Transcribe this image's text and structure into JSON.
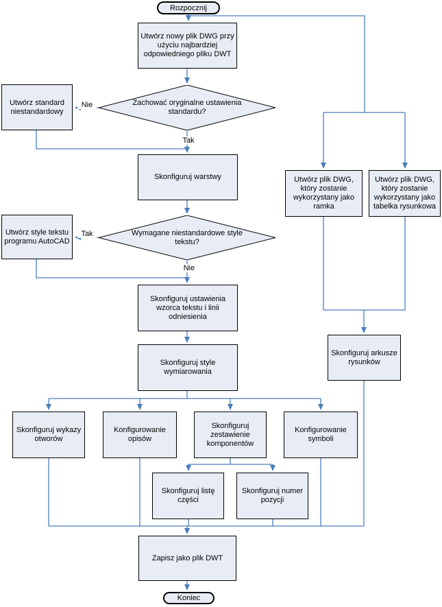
{
  "diagram": {
    "type": "flowchart",
    "language": "pl",
    "colors": {
      "node_fill": "#e8edf5",
      "node_border": "#000000",
      "connector": "#4a7ebb",
      "text": "#000000"
    },
    "edge_labels": {
      "yes": "Tak",
      "no": "Nie"
    },
    "nodes": {
      "start": {
        "shape": "terminal",
        "label": "Rozpocznij"
      },
      "create_dwg": {
        "shape": "process",
        "label": "Utwórz nowy plik DWG przy użyciu najbardziej odpowiedniego pliku DWT"
      },
      "keep_standard": {
        "shape": "decision",
        "label": "Zachować oryginalne ustawienia standardu?"
      },
      "custom_standard": {
        "shape": "process",
        "label": "Utwórz standard niestandardowy"
      },
      "configure_layers": {
        "shape": "process",
        "label": "Skonfiguruj warstwy"
      },
      "dwg_frame": {
        "shape": "process",
        "label": "Utwórz plik DWG, który zostanie wykorzystany jako ramka"
      },
      "dwg_title_block": {
        "shape": "process",
        "label": "Utwórz plik DWG, który zostanie wykorzystany jako tabelka rysunkowa"
      },
      "autocad_text_styles": {
        "shape": "process",
        "label": "Utwórz style tekstu programu AutoCAD"
      },
      "need_text_styles": {
        "shape": "decision",
        "label": "Wymagane niestandardowe style tekstu?"
      },
      "text_template": {
        "shape": "process",
        "label": "Skonfiguruj ustawienia wzorca tekstu i linii odniesienia"
      },
      "dimension_styles": {
        "shape": "process",
        "label": "Skonfiguruj style wymiarowania"
      },
      "drawing_sheets": {
        "shape": "process",
        "label": "Skonfiguruj arkusze rysunków"
      },
      "hole_tables": {
        "shape": "process",
        "label": "Skonfiguruj wykazy otworów"
      },
      "annotations": {
        "shape": "process",
        "label": "Konfigurowanie opisów"
      },
      "component_set": {
        "shape": "process",
        "label": "Skonfiguruj zestawienie komponentów"
      },
      "symbols": {
        "shape": "process",
        "label": "Konfigurowanie symboli"
      },
      "parts_list": {
        "shape": "process",
        "label": "Skonfiguruj listę części"
      },
      "item_number": {
        "shape": "process",
        "label": "Skonfiguruj numer pozycji"
      },
      "save_dwt": {
        "shape": "process",
        "label": "Zapisz jako plik DWT"
      },
      "end": {
        "shape": "terminal",
        "label": "Koniec"
      }
    }
  }
}
